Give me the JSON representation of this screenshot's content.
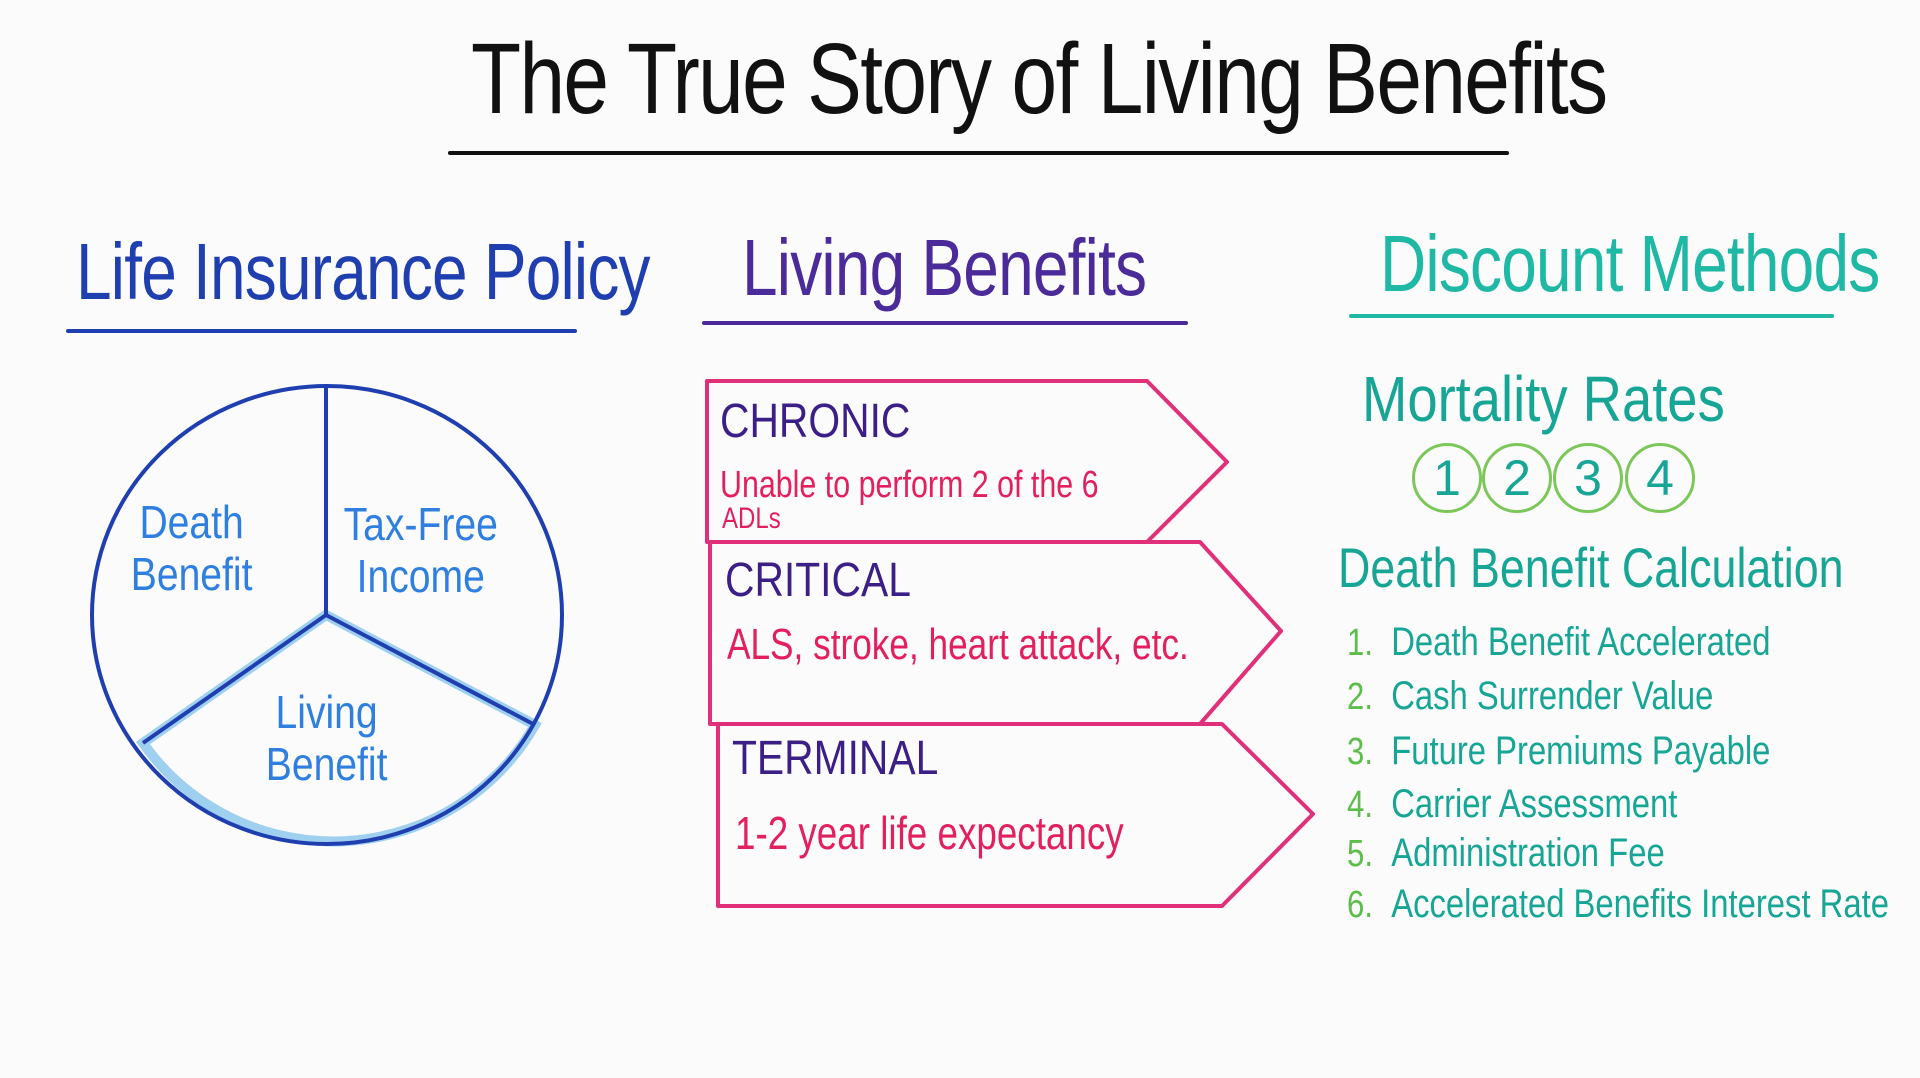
{
  "title": "The True Story of Living Benefits",
  "columns": {
    "policy": {
      "heading": "Life Insurance Policy",
      "pie_slices": [
        {
          "line1": "Death",
          "line2": "Benefit"
        },
        {
          "line1": "Tax-Free",
          "line2": "Income"
        },
        {
          "line1": "Living",
          "line2": "Benefit"
        }
      ]
    },
    "living": {
      "heading": "Living Benefits",
      "categories": [
        {
          "name": "CHRONIC",
          "desc": "Unable to perform 2 of the 6",
          "desc2": "ADLs"
        },
        {
          "name": "CRITICAL",
          "desc": "ALS, stroke, heart attack, etc."
        },
        {
          "name": "TERMINAL",
          "desc": "1-2 year life expectancy"
        }
      ]
    },
    "discount": {
      "heading": "Discount Methods",
      "mortality_title": "Mortality Rates",
      "mortality_numbers": [
        "1",
        "2",
        "3",
        "4"
      ],
      "calc_title": "Death Benefit Calculation",
      "calc_items": [
        {
          "num": "1.",
          "text": "Death Benefit Accelerated"
        },
        {
          "num": "2.",
          "text": "Cash Surrender Value"
        },
        {
          "num": "3.",
          "text": "Future Premiums Payable"
        },
        {
          "num": "4.",
          "text": "Carrier Assessment"
        },
        {
          "num": "5.",
          "text": "Administration Fee"
        },
        {
          "num": "6.",
          "text": "Accelerated Benefits Interest Rate"
        }
      ]
    }
  },
  "colors": {
    "blue": "#1f3fb0",
    "purple": "#4b2a9a",
    "teal": "#17a595",
    "pink": "#e0307a",
    "green": "#5dbd4a"
  }
}
